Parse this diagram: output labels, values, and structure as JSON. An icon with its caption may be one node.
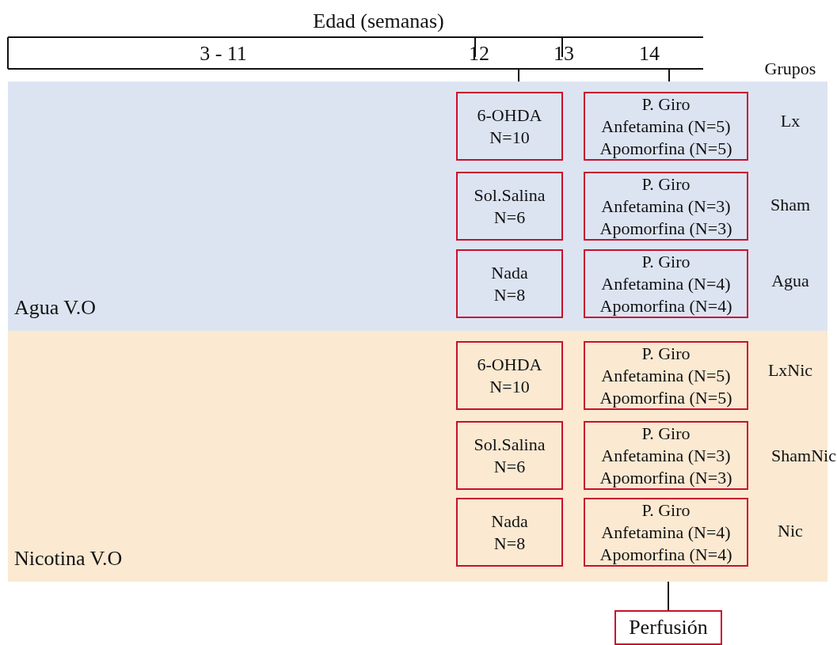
{
  "diagram": {
    "nodes": [
      {
        "text": [
          "Agua V.O"
        ]
      },
      {
        "text": [
          "6-OHDA",
          "N=10"
        ],
        "in": 0
      },
      {
        "text": [
          "P. Giro",
          "Anfetamina (N=5)",
          "Apomorfina (N=5)"
        ],
        "in": 0
      },
      {
        "text": [
          "Sol.Salina",
          "N=6"
        ],
        "in": 0
      },
      {
        "text": [
          "P. Giro",
          "Anfetamina (N=3)",
          "Apomorfina (N=3)"
        ],
        "in": 0
      },
      {
        "text": [
          "Nada",
          "N=8"
        ],
        "in": 0
      },
      {
        "text": [
          "P. Giro",
          "Anfetamina (N=4)",
          "Apomorfina (N=4)"
        ],
        "in": 0
      },
      {
        "text": [
          "Nicotina V.O"
        ]
      },
      {
        "text": [
          "6-OHDA",
          "N=10"
        ],
        "in": 7
      },
      {
        "text": [
          "P. Giro",
          "Anfetamina (N=5)",
          "Apomorfina (N=5)"
        ],
        "in": 7
      },
      {
        "text": [
          "Sol.Salina",
          "N=6"
        ],
        "in": 7
      },
      {
        "text": [
          "P. Giro",
          "Anfetamina (N=3)",
          "Apomorfina (N=3)"
        ],
        "in": 7
      },
      {
        "text": [
          "Nada",
          "N=8"
        ],
        "in": 7
      },
      {
        "text": [
          "P. Giro",
          "Anfetamina (N=4)",
          "Apomorfina (N=4)"
        ],
        "in": 7
      },
      {
        "text": [
          "Perfusión"
        ]
      }
    ],
    "edges": [
      {
        "from": 13,
        "to": 14,
        "arrow": "none"
      }
    ],
    "labels": [
      "Edad (semanas)",
      "3 - 11",
      "12",
      "13",
      "14",
      "Grupos",
      "Lx",
      "Sham",
      "Agua",
      "LxNic",
      "ShamNic",
      "Nic"
    ]
  }
}
